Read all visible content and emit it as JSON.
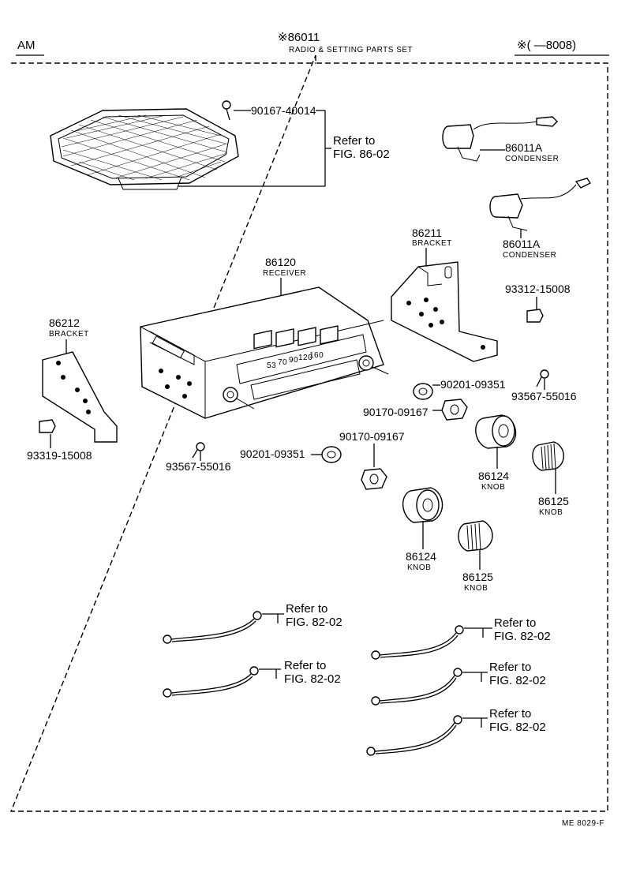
{
  "header": {
    "model": "AM",
    "set_part_no": "※86011",
    "set_name": "RADIO & SETTING PARTS SET",
    "range": "※(      —8008)"
  },
  "parts": {
    "screw_top": "90167-40014",
    "refer_speaker_1": "Refer to",
    "refer_speaker_2": "FIG. 86-02",
    "condenser_1_no": "86011A",
    "condenser_1_name": "CONDENSER",
    "condenser_2_no": "86011A",
    "condenser_2_name": "CONDENSER",
    "bracket_r_no": "86211",
    "bracket_r_name": "BRACKET",
    "bolt_r": "93312-15008",
    "receiver_no": "86120",
    "receiver_name": "RECEIVER",
    "bracket_l_no": "86212",
    "bracket_l_name": "BRACKET",
    "washer_r": "90201-09351",
    "nut_r": "90170-09167",
    "screw_r": "93567-55016",
    "bolt_l": "93319-15008",
    "screw_l": "93567-55016",
    "washer_l": "90201-09351",
    "nut_l": "90170-09167",
    "knob_r_no": "86124",
    "knob_r_name": "KNOB",
    "knob2_r_no": "86125",
    "knob2_r_name": "KNOB",
    "knob_l_no": "86124",
    "knob_l_name": "KNOB",
    "knob2_l_no": "86125",
    "knob2_l_name": "KNOB"
  },
  "dial_scale": [
    "53",
    "70",
    "90",
    "120",
    "160"
  ],
  "harness": [
    {
      "refer": "Refer to",
      "fig": "FIG. 82-02"
    },
    {
      "refer": "Refer to",
      "fig": "FIG. 82-02"
    },
    {
      "refer": "Refer to",
      "fig": "FIG. 82-02"
    },
    {
      "refer": "Refer to",
      "fig": "FIG. 82-02"
    },
    {
      "refer": "Refer to",
      "fig": "FIG. 82-02"
    }
  ],
  "footer": {
    "code": "ME 8029-F"
  }
}
